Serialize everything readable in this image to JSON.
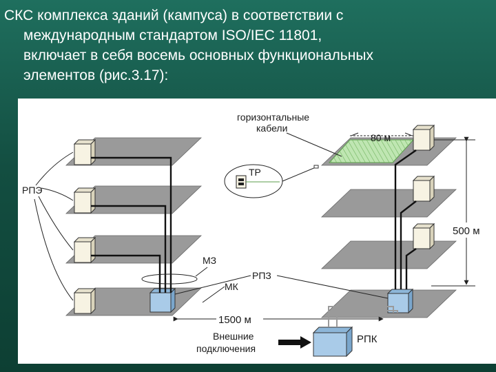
{
  "paragraph": {
    "line1": "СКС комплекса зданий (кампуса) в соответствии с",
    "line2": "международным стандартом ISO/IEC 11801,",
    "line3": "включает в себя восемь основных функциональных",
    "line4": "элементов (рис.3.17):"
  },
  "diagram": {
    "horizontal_cables_line1": "горизонтальные",
    "horizontal_cables_line2": "кабели",
    "dist_80": "80 м",
    "tp": "ТР",
    "rpe": "РПЭ",
    "dist_500": "500 м",
    "mz": "МЗ",
    "rpz": "РПЗ",
    "mk": "МК",
    "dist_1500": "1500 м",
    "external_line1": "Внешние",
    "external_line2": "подключения",
    "rpk": "РПК"
  },
  "colors": {
    "background": "#134e41",
    "floor": "#9a9a9a",
    "cabinet_blue": "#a9cbe8",
    "cabinet_beige": "#f7f3e3",
    "cable_zone": "#bfe6b2"
  }
}
